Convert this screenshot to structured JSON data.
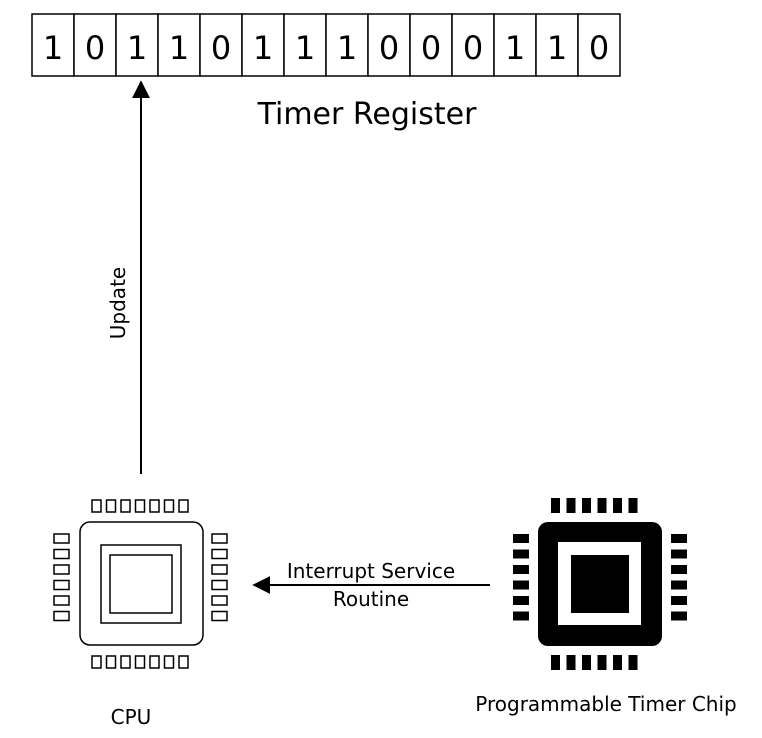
{
  "register": {
    "bits": [
      "1",
      "0",
      "1",
      "1",
      "0",
      "1",
      "1",
      "1",
      "0",
      "0",
      "0",
      "1",
      "1",
      "0"
    ],
    "label": "Timer Register"
  },
  "cpu": {
    "label": "CPU",
    "filled": false
  },
  "timer_chip": {
    "label": "Programmable Timer Chip",
    "filled": true
  },
  "arrows": {
    "update_label": "Update",
    "isr_line1": "Interrupt Service",
    "isr_line2": "Routine"
  },
  "colors": {
    "stroke": "#000000",
    "background": "#ffffff"
  }
}
